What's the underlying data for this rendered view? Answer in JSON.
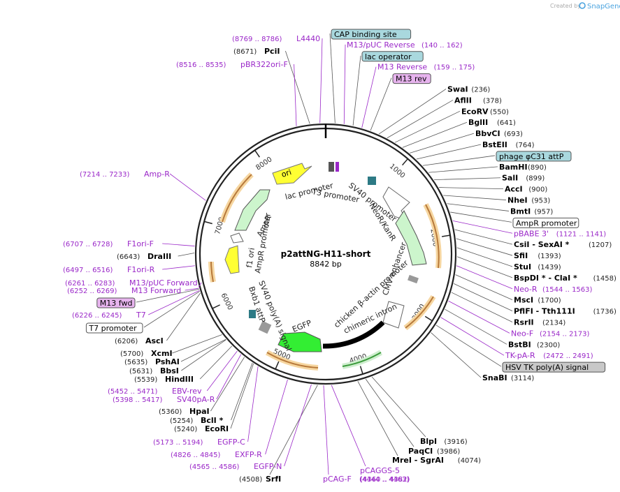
{
  "credit": "Created by",
  "brand": "SnapGene",
  "plasmid": {
    "name": "p2attNG-H11-short",
    "size_text": "8842 bp",
    "length": 8842
  },
  "colors": {
    "primer": "#9a27c8",
    "enzyme": "#000000",
    "promoter": "#ccf5cc",
    "orf": "#ffe28a",
    "ori": "#ffff33",
    "egfp": "#33ee33",
    "boxed_feature": "#a9d8de",
    "primer_box": "#e7b4ee"
  },
  "ruler_ticks": [
    "1000",
    "2000",
    "3000",
    "4000",
    "5000",
    "6000",
    "7000",
    "8000"
  ],
  "inner_labels": {
    "ori": "ori",
    "lac_promoter": "lac promoter",
    "t3_promoter": "T3 promoter",
    "sv40_promoter": "SV40 promoter",
    "neor_kanr": "NeoR/KanR",
    "ampr": "AmpR",
    "ampr_promoter": "AmpR promoter",
    "f1_ori": "f1 ori",
    "sv40_polya": "SV40 poly(A) signal",
    "bxb1": "Bxb1 attP",
    "egfp": "EGFP",
    "cmv": "CMV enhancer",
    "chicken": "chicken β-actin promoter",
    "intron": "chimeric intron"
  },
  "right_annotations": [
    {
      "kind": "box",
      "text": "CAP binding site",
      "fill": "#a9d8de"
    },
    {
      "kind": "primer",
      "text": "M13/pUC Reverse",
      "pos": "(140 .. 162)"
    },
    {
      "kind": "box",
      "text": "lac operator",
      "fill": "#a9d8de"
    },
    {
      "kind": "primer",
      "text": "M13 Reverse",
      "pos": "(159 .. 175)"
    },
    {
      "kind": "box",
      "text": "M13 rev",
      "fill": "#e7b4ee"
    },
    {
      "kind": "enzyme",
      "text": "SwaI",
      "pos": "(236)"
    },
    {
      "kind": "enzyme",
      "text": "AflII",
      "pos": "(378)"
    },
    {
      "kind": "enzyme",
      "text": "EcoRV",
      "pos": "(550)"
    },
    {
      "kind": "enzyme",
      "text": "BglII",
      "pos": "(641)"
    },
    {
      "kind": "enzyme",
      "text": "BbvCI",
      "pos": "(693)"
    },
    {
      "kind": "enzyme",
      "text": "BstEII",
      "pos": "(764)"
    },
    {
      "kind": "box",
      "text": "phage φC31 attP",
      "fill": "#a9d8de"
    },
    {
      "kind": "enzyme",
      "text": "BamHI",
      "pos": "(890)"
    },
    {
      "kind": "enzyme",
      "text": "SalI",
      "pos": "(899)"
    },
    {
      "kind": "enzyme",
      "text": "AccI",
      "pos": "(900)"
    },
    {
      "kind": "enzyme",
      "text": "NheI",
      "pos": "(953)"
    },
    {
      "kind": "enzyme",
      "text": "BmtI",
      "pos": "(957)"
    },
    {
      "kind": "box",
      "text": "AmpR promoter",
      "fill": "#ffffff"
    },
    {
      "kind": "primer",
      "text": "pBABE 3'",
      "pos": "(1121 .. 1141)"
    },
    {
      "kind": "enzyme",
      "text": "CsiI  - SexAI *",
      "pos": "(1207)"
    },
    {
      "kind": "enzyme",
      "text": "SfiI",
      "pos": "(1393)"
    },
    {
      "kind": "enzyme",
      "text": "StuI",
      "pos": "(1439)"
    },
    {
      "kind": "enzyme",
      "text": "BspDI * - ClaI *",
      "pos": "(1458)"
    },
    {
      "kind": "primer",
      "text": "Neo-R",
      "pos": "(1544 .. 1563)"
    },
    {
      "kind": "enzyme",
      "text": "MscI",
      "pos": "(1700)"
    },
    {
      "kind": "enzyme",
      "text": "PflFI  - Tth111I",
      "pos": "(1736)"
    },
    {
      "kind": "enzyme",
      "text": "RsrII",
      "pos": "(2134)"
    },
    {
      "kind": "primer",
      "text": "Neo-F",
      "pos": "(2154 .. 2173)"
    },
    {
      "kind": "enzyme",
      "text": "BstBI",
      "pos": "(2300)"
    },
    {
      "kind": "primer",
      "text": "TK-pA-R",
      "pos": "(2472 .. 2491)"
    },
    {
      "kind": "box",
      "text": "HSV TK poly(A) signal",
      "fill": "#c8c8c8"
    },
    {
      "kind": "enzyme",
      "text": "SnaBI",
      "pos": "(3114)"
    }
  ],
  "bottom_annotations": [
    {
      "kind": "enzyme",
      "text": "BlpI",
      "pos": "(3916)"
    },
    {
      "kind": "enzyme",
      "text": "PaqCI",
      "pos": "(3986)"
    },
    {
      "kind": "enzyme",
      "text": "MreI  - SgrAI",
      "pos": "(4074)"
    },
    {
      "kind": "primer",
      "text": "pCAGGS-5",
      "pos": "(4360 .. 4382)"
    },
    {
      "kind": "primer",
      "text": "pCAG-F",
      "pos": "(4444 .. 4463)"
    },
    {
      "kind": "enzyme",
      "text": "SrfI",
      "pos": "(4508)"
    }
  ],
  "left_annotations": [
    {
      "kind": "primer",
      "text": "L4440",
      "pos": "(8769 .. 8786)"
    },
    {
      "kind": "enzyme",
      "text": "PciI",
      "pos": "(8671)"
    },
    {
      "kind": "primer",
      "text": "pBR322ori-F",
      "pos": "(8516 .. 8535)"
    },
    {
      "kind": "primer",
      "text": "Amp-R",
      "pos": "(7214 .. 7233)"
    },
    {
      "kind": "primer",
      "text": "F1ori-F",
      "pos": "(6707 .. 6728)"
    },
    {
      "kind": "enzyme",
      "text": "DraIII",
      "pos": "(6643)"
    },
    {
      "kind": "primer",
      "text": "F1ori-R",
      "pos": "(6497 .. 6516)"
    },
    {
      "kind": "primer",
      "text": "M13/pUC Forward",
      "pos": "(6261 .. 6283)"
    },
    {
      "kind": "primer",
      "text": "M13 Forward",
      "pos": "(6252 .. 6269)"
    },
    {
      "kind": "box",
      "text": "M13 fwd",
      "fill": "#e7b4ee"
    },
    {
      "kind": "primer",
      "text": "T7",
      "pos": "(6226 .. 6245)"
    },
    {
      "kind": "box",
      "text": "T7 promoter",
      "fill": "#ffffff"
    },
    {
      "kind": "enzyme",
      "text": "AscI",
      "pos": "(6206)"
    },
    {
      "kind": "enzyme",
      "text": "XcmI",
      "pos": "(5700)"
    },
    {
      "kind": "enzyme",
      "text": "PshAI",
      "pos": "(5635)"
    },
    {
      "kind": "enzyme",
      "text": "BbsI",
      "pos": "(5631)"
    },
    {
      "kind": "enzyme",
      "text": "HindIII",
      "pos": "(5539)"
    },
    {
      "kind": "primer",
      "text": "EBV-rev",
      "pos": "(5452 .. 5471)"
    },
    {
      "kind": "primer",
      "text": "SV40pA-R",
      "pos": "(5398 .. 5417)"
    },
    {
      "kind": "enzyme",
      "text": "HpaI",
      "pos": "(5360)"
    },
    {
      "kind": "enzyme",
      "text": "BclI *",
      "pos": "(5254)"
    },
    {
      "kind": "enzyme",
      "text": "EcoRI",
      "pos": "(5240)"
    },
    {
      "kind": "primer",
      "text": "EGFP-C",
      "pos": "(5173 .. 5194)"
    },
    {
      "kind": "primer",
      "text": "EXFP-R",
      "pos": "(4826 .. 4845)"
    },
    {
      "kind": "primer",
      "text": "EGFP-N",
      "pos": "(4565 .. 4586)"
    }
  ]
}
